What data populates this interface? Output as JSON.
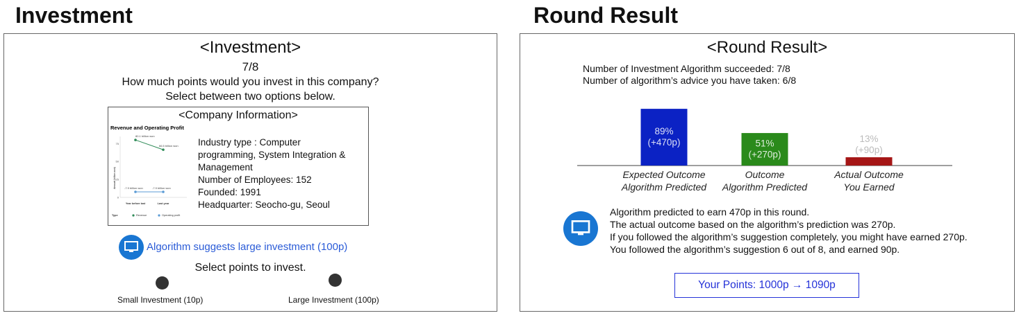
{
  "headings": {
    "left": "Investment",
    "right": "Round Result"
  },
  "investment": {
    "title": "<Investment>",
    "progress": "7/8",
    "question": "How much points would you invest in this company?",
    "instruction": "Select between two options below.",
    "company": {
      "title": "<Company Information>",
      "chart": {
        "title": "Revenue and Operating Profit",
        "ylabel": "Amount (billion won)",
        "yticks": [
          "0",
          "25",
          "50",
          "75"
        ],
        "categories": [
          "Year before last",
          "Last year"
        ],
        "legend_label": "Type",
        "series_names": [
          "Revenue",
          "Operating profit"
        ],
        "revenue_labels": [
          "80.1 billion won",
          "66.5 billion won"
        ],
        "profit_labels": [
          "-7.9 billion won",
          "-7.9 billion won"
        ],
        "colors": {
          "revenue": "#2e8b57",
          "profit": "#5b9bd5"
        }
      },
      "info_lines": [
        "Industry type : Computer",
        "programming, System Integration &",
        "Management",
        "Number of Employees: 152",
        "Founded:  1991",
        "Headquarter: Seocho-gu, Seoul"
      ]
    },
    "algorithm_suggestion": "Algorithm suggests large investment (100p)",
    "select_prompt": "Select points to invest.",
    "options": [
      "Small Investment (10p)",
      "Large Investment (100p)"
    ]
  },
  "round_result": {
    "title": "<Round Result>",
    "stats": [
      "Number of Investment Algorithm succeeded: 7/8",
      "Number of algorithm’s advice you have taken: 6/8"
    ],
    "chart_data": {
      "type": "bar",
      "categories": [
        [
          "Expected Outcome",
          "Algorithm Predicted"
        ],
        [
          "Outcome",
          "Algorithm Predicted"
        ],
        [
          "Actual Outcome",
          "You Earned"
        ]
      ],
      "values": [
        89,
        51,
        13
      ],
      "value_labels": [
        [
          "89%",
          "(+470p)"
        ],
        [
          "51%",
          "(+270p)"
        ],
        [
          "13%",
          "(+90p)"
        ]
      ],
      "colors": [
        "#0b22c4",
        "#2a8a1b",
        "#a51616"
      ],
      "ylim": [
        0,
        100
      ]
    },
    "explanation": [
      "Algorithm predicted to earn 470p in this round.",
      "The actual outcome based on the algorithm’s prediction was 270p.",
      "If you followed the algorithm’s suggestion completely, you might have earned 270p.",
      "You followed the algorithm’s suggestion 6 out of 8, and earned 90p."
    ],
    "points": "Your Points: 1000p → 1090p"
  },
  "icons": {
    "algorithm": "monitor-icon"
  }
}
